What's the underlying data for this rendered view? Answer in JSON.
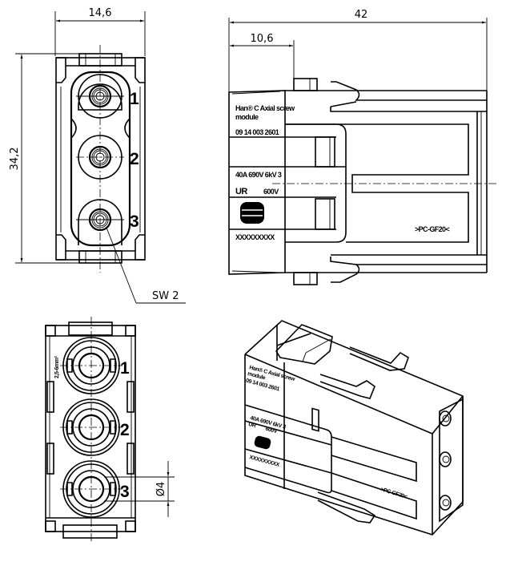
{
  "title": "Han C Axial screw module technical drawing",
  "dimensions": {
    "width_front": "14,6",
    "height_front": "34,2",
    "length_side": "42",
    "offset_side": "10,6",
    "wrench_size": "SW 2",
    "contact_diameter": "Ø4",
    "wire_range": "2,5-6mm²"
  },
  "pins": [
    "1",
    "2",
    "3"
  ],
  "labels": {
    "product_line1": "Han® C Axial screw",
    "product_line2": "module",
    "part_number": "09 14 003 2601",
    "rating": "40A 690V 6kV 3",
    "ul_voltage": "600V",
    "ul_mark": "UR",
    "serial": "XXXXXXXXX",
    "material": ">PC-GF20<"
  },
  "views": [
    "front-view",
    "side-view",
    "rear-view",
    "isometric-view"
  ]
}
